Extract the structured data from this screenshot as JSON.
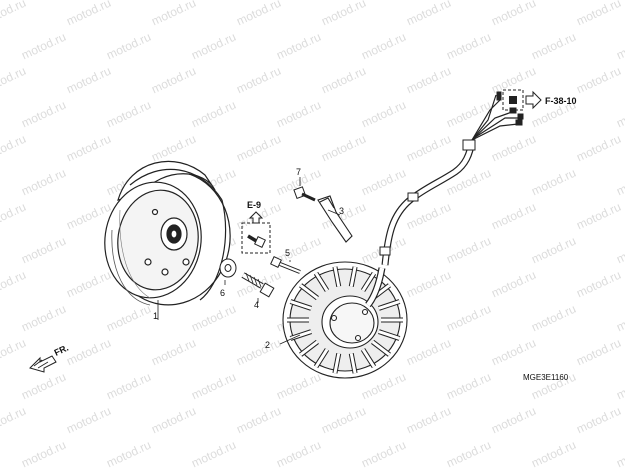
{
  "diagram": {
    "watermark_text": "motod.ru",
    "drawing_code": "MGE3E1160",
    "ref_e9": "E-9",
    "ref_f3810": "F-38-10",
    "front_label": "FR.",
    "callouts": [
      {
        "id": "1",
        "label": "1"
      },
      {
        "id": "2",
        "label": "2"
      },
      {
        "id": "3",
        "label": "3"
      },
      {
        "id": "4",
        "label": "4"
      },
      {
        "id": "5",
        "label": "5"
      },
      {
        "id": "6",
        "label": "6"
      },
      {
        "id": "7",
        "label": "7"
      }
    ]
  }
}
